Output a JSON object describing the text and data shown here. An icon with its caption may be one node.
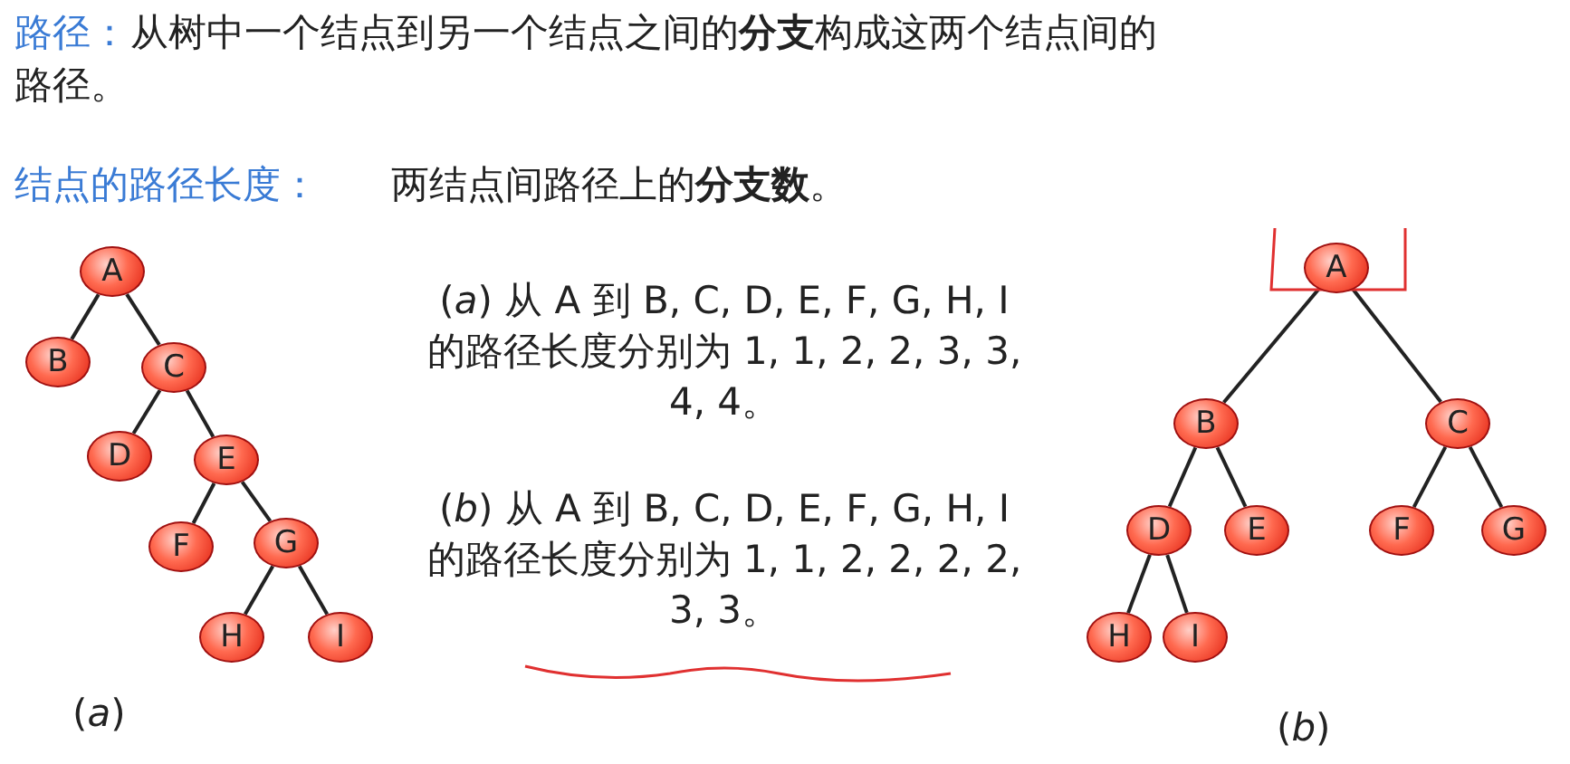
{
  "diagram": {
    "nodes": [
      {
        "text": [
          "A"
        ]
      },
      {
        "text": [
          "B"
        ]
      },
      {
        "text": [
          "C"
        ]
      },
      {
        "text": [
          "D"
        ]
      },
      {
        "text": [
          "E"
        ]
      },
      {
        "text": [
          "F"
        ]
      },
      {
        "text": [
          "G"
        ]
      },
      {
        "text": [
          "H"
        ]
      },
      {
        "text": [
          "I"
        ]
      },
      {
        "text": [
          "A"
        ]
      },
      {
        "text": [
          "B"
        ]
      },
      {
        "text": [
          "C"
        ]
      },
      {
        "text": [
          "D"
        ]
      },
      {
        "text": [
          "E"
        ]
      },
      {
        "text": [
          "F"
        ]
      },
      {
        "text": [
          "G"
        ]
      },
      {
        "text": [
          "H"
        ]
      },
      {
        "text": [
          "I"
        ]
      }
    ],
    "edges": [
      {
        "from": 0,
        "to": 1,
        "arrow": "none"
      },
      {
        "from": 0,
        "to": 2,
        "arrow": "none"
      },
      {
        "from": 2,
        "to": 3,
        "arrow": "none"
      },
      {
        "from": 2,
        "to": 4,
        "arrow": "none"
      },
      {
        "from": 4,
        "to": 5,
        "arrow": "none"
      },
      {
        "from": 4,
        "to": 6,
        "arrow": "none"
      },
      {
        "from": 6,
        "to": 7,
        "arrow": "none"
      },
      {
        "from": 6,
        "to": 8,
        "arrow": "none"
      },
      {
        "from": 9,
        "to": 10,
        "arrow": "none"
      },
      {
        "from": 9,
        "to": 11,
        "arrow": "none"
      },
      {
        "from": 10,
        "to": 12,
        "arrow": "none"
      },
      {
        "from": 10,
        "to": 13,
        "arrow": "none"
      },
      {
        "from": 11,
        "to": 14,
        "arrow": "none"
      },
      {
        "from": 11,
        "to": 15,
        "arrow": "none"
      },
      {
        "from": 12,
        "to": 16,
        "arrow": "none"
      },
      {
        "from": 12,
        "to": 17,
        "arrow": "none"
      }
    ],
    "labels": [
      "路径：",
      "从树中一个结点到另一个结点之间的**分支**构成这两个结点间的路径。",
      "结点的路径长度：",
      "两结点间路径上的**分支数**。",
      "(*a*) 从 A 到 B, C, D, E, F, G, H, I 的路径长度分别为 1, 1, 2, 2, 3, 3, 4, 4。",
      "(*b*) 从 A 到 B, C, D, E, F, G, H, I 的路径长度分别为 1, 1, 2, 2, 2, 2, 3, 3。",
      "(*a*)",
      "(*b*)"
    ]
  }
}
